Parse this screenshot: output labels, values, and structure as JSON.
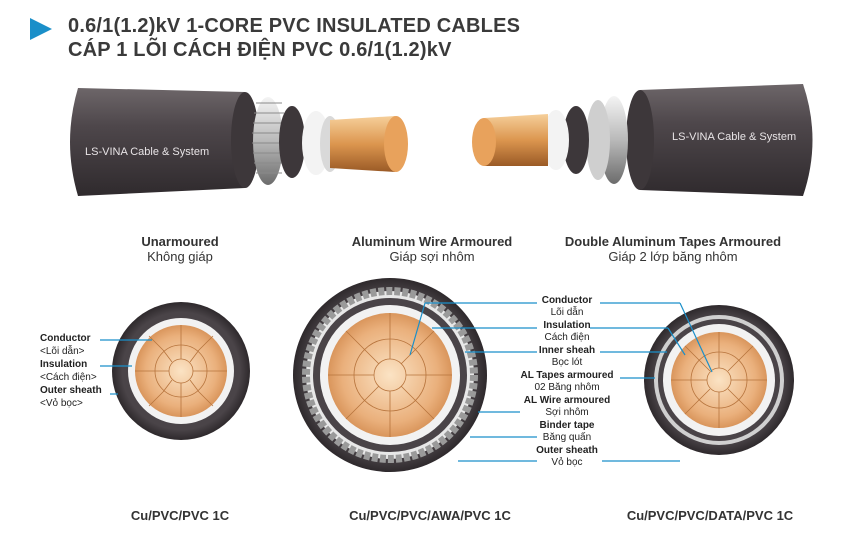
{
  "title": {
    "line1": "0.6/1(1.2)kV 1-CORE PVC INSULATED CABLES",
    "line2": "CÁP 1 LÕI CÁCH ĐIỆN PVC 0.6/1(1.2)kV"
  },
  "brand": "LS-VINA Cable & System",
  "types": [
    {
      "en": "Unarmoured",
      "vi": "Không giáp",
      "code": "Cu/PVC/PVC 1C"
    },
    {
      "en": "Aluminum Wire Armoured",
      "vi": "Giáp sợi nhôm",
      "code": "Cu/PVC/PVC/AWA/PVC 1C"
    },
    {
      "en": "Double Aluminum Tapes Armoured",
      "vi": "Giáp 2 lớp băng nhôm",
      "code": "Cu/PVC/PVC/DATA/PVC 1C"
    }
  ],
  "left_labels": [
    {
      "en": "Conductor",
      "vi": "<Lõi dẫn>"
    },
    {
      "en": "Insulation",
      "vi": "<Cách điện>"
    },
    {
      "en": "Outer sheath",
      "vi": "<Vỏ bọc>"
    }
  ],
  "center_labels": [
    {
      "en": "Conductor",
      "vi": "Lõi dẫn"
    },
    {
      "en": "Insulation",
      "vi": "Cách điện"
    },
    {
      "en": "Inner sheah",
      "vi": "Bọc lót"
    },
    {
      "en": "AL Tapes armoured",
      "vi": "02 Băng nhôm"
    },
    {
      "en": "AL Wire armoured",
      "vi": "Sợi nhôm"
    },
    {
      "en": "Binder tape",
      "vi": "Băng quấn"
    },
    {
      "en": "Outer sheath",
      "vi": "Vỏ bọc"
    }
  ],
  "colors": {
    "accent": "#1a8fc9",
    "sheath": "#4a4448",
    "copper": "#e9a86a"
  }
}
